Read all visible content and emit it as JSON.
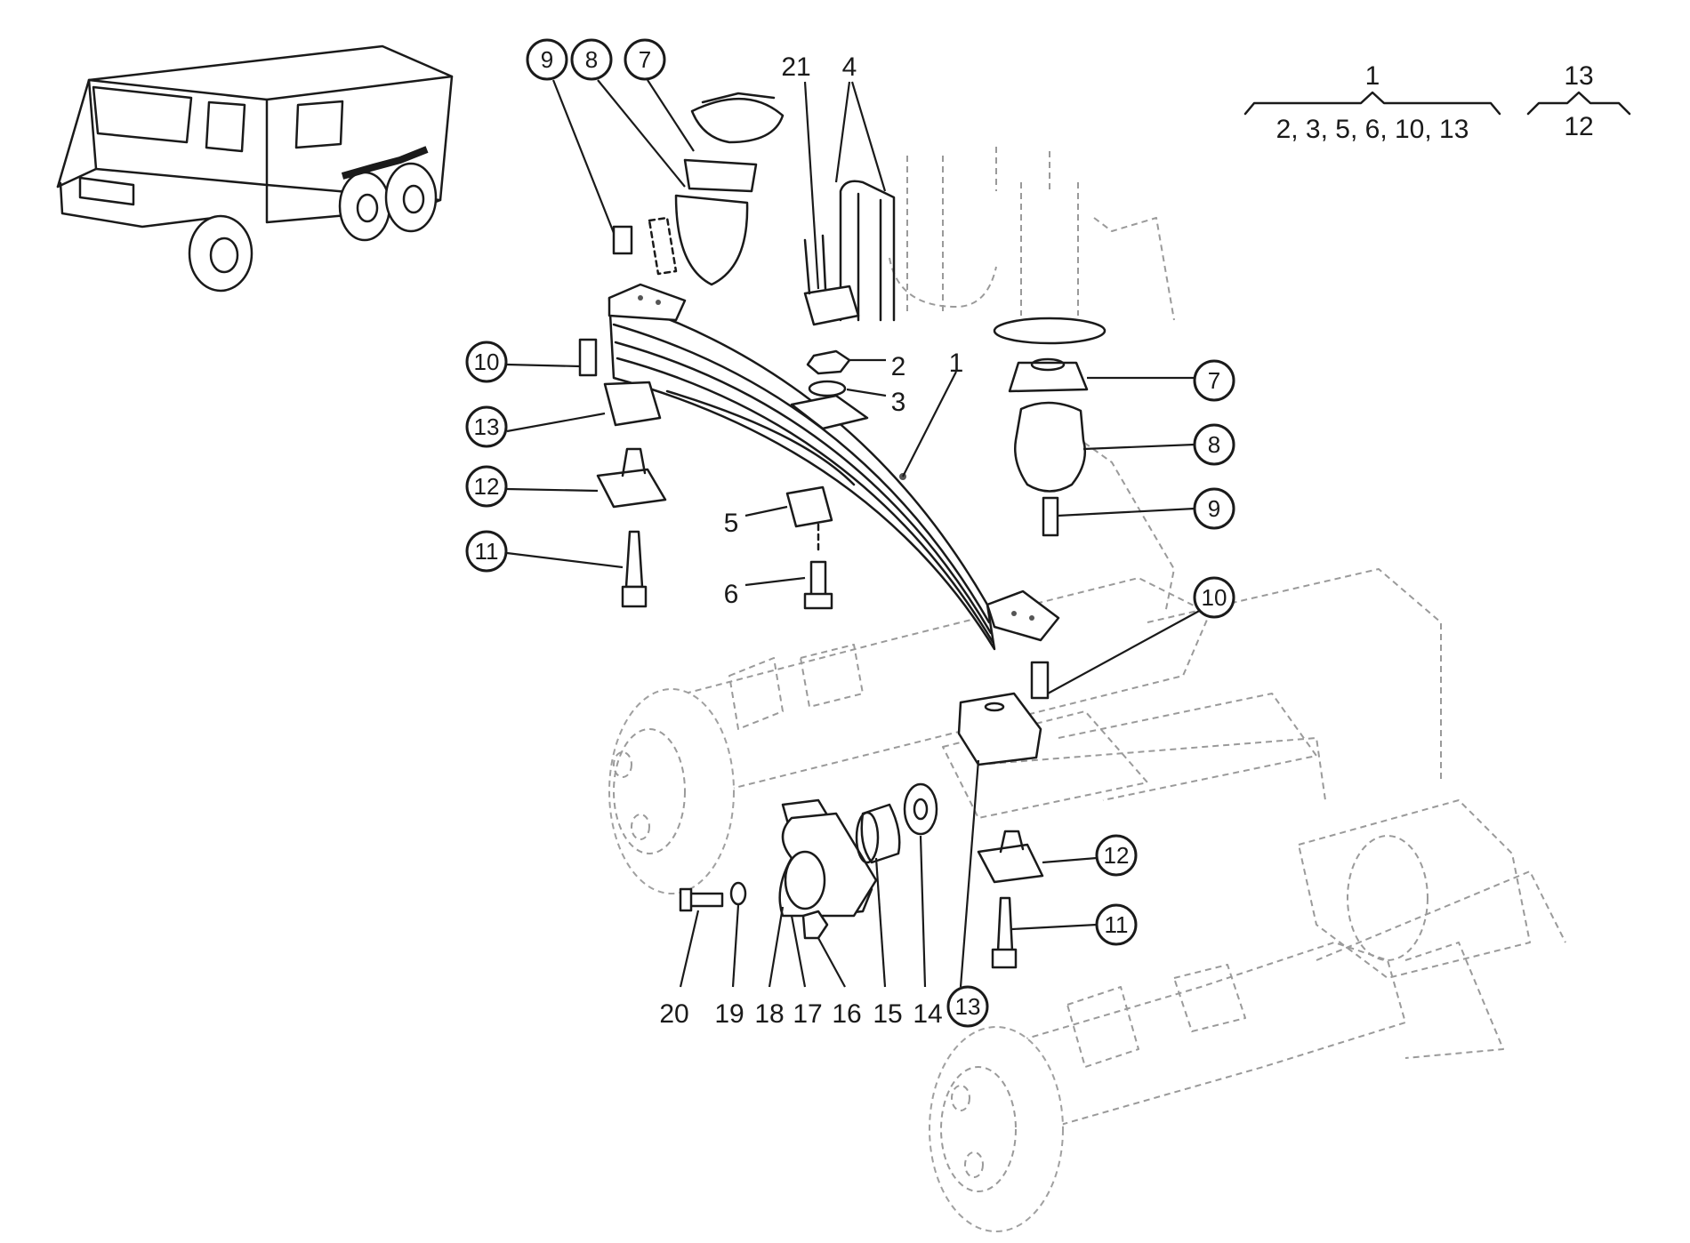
{
  "legend": {
    "group_a": {
      "parent": "1",
      "children": "2, 3, 5, 6, 10, 13"
    },
    "group_b": {
      "parent": "13",
      "children": "12"
    }
  },
  "callouts": [
    {
      "id": "c9a",
      "label": "9",
      "circled": true,
      "part": "bolt"
    },
    {
      "id": "c8a",
      "label": "8",
      "circled": true,
      "part": "bump-stop"
    },
    {
      "id": "c7a",
      "label": "7",
      "circled": true,
      "part": "spring-seat"
    },
    {
      "id": "c21",
      "label": "21",
      "circled": false,
      "part": "u-bolt-plate"
    },
    {
      "id": "c4",
      "label": "4",
      "circled": false,
      "part": "u-bolt"
    },
    {
      "id": "c10a",
      "label": "10",
      "circled": true,
      "part": "bolt"
    },
    {
      "id": "c13a",
      "label": "13",
      "circled": true,
      "part": "rubber-mount"
    },
    {
      "id": "c12a",
      "label": "12",
      "circled": true,
      "part": "bracket"
    },
    {
      "id": "c11a",
      "label": "11",
      "circled": true,
      "part": "stud"
    },
    {
      "id": "c2",
      "label": "2",
      "circled": false,
      "part": "nut"
    },
    {
      "id": "c3",
      "label": "3",
      "circled": false,
      "part": "washer"
    },
    {
      "id": "c1",
      "label": "1",
      "circled": false,
      "part": "leaf-spring"
    },
    {
      "id": "c5",
      "label": "5",
      "circled": false,
      "part": "centre-block"
    },
    {
      "id": "c6",
      "label": "6",
      "circled": false,
      "part": "centre-bolt"
    },
    {
      "id": "c7b",
      "label": "7",
      "circled": true,
      "part": "spring-seat"
    },
    {
      "id": "c8b",
      "label": "8",
      "circled": true,
      "part": "bump-stop"
    },
    {
      "id": "c9b",
      "label": "9",
      "circled": true,
      "part": "bolt"
    },
    {
      "id": "c10b",
      "label": "10",
      "circled": true,
      "part": "bolt"
    },
    {
      "id": "c12b",
      "label": "12",
      "circled": true,
      "part": "bracket"
    },
    {
      "id": "c11b",
      "label": "11",
      "circled": true,
      "part": "stud"
    },
    {
      "id": "c20",
      "label": "20",
      "circled": false,
      "part": "bolt"
    },
    {
      "id": "c19",
      "label": "19",
      "circled": false,
      "part": "washer"
    },
    {
      "id": "c18",
      "label": "18",
      "circled": false,
      "part": "spacer"
    },
    {
      "id": "c17",
      "label": "17",
      "circled": false,
      "part": "bearing-housing"
    },
    {
      "id": "c16",
      "label": "16",
      "circled": false,
      "part": "nut"
    },
    {
      "id": "c15",
      "label": "15",
      "circled": false,
      "part": "bush"
    },
    {
      "id": "c14",
      "label": "14",
      "circled": false,
      "part": "thrust-washer"
    },
    {
      "id": "c13b",
      "label": "13",
      "circled": true,
      "part": "rubber-mount"
    }
  ]
}
